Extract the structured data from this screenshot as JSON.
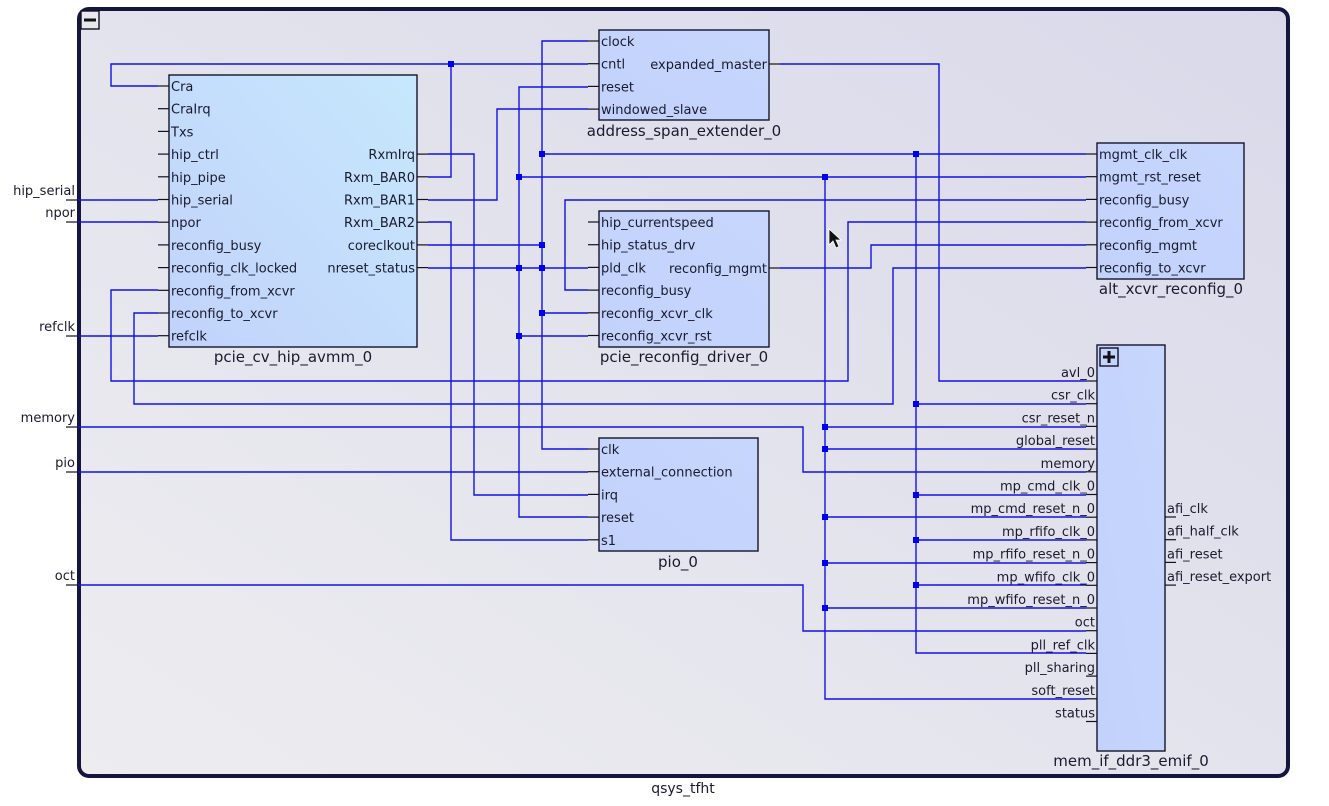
{
  "system": {
    "name": "qsys_tfht",
    "collapse_icon": "minus-icon"
  },
  "exports": [
    {
      "label": "hip_serial"
    },
    {
      "label": "npor"
    },
    {
      "label": "refclk"
    },
    {
      "label": "memory"
    },
    {
      "label": "pio"
    },
    {
      "label": "oct"
    }
  ],
  "components": [
    {
      "name": "pcie_cv_hip_avmm_0",
      "ports_left": [
        "Cra",
        "CraIrq",
        "Txs",
        "hip_ctrl",
        "hip_pipe",
        "hip_serial",
        "npor",
        "reconfig_busy",
        "reconfig_clk_locked",
        "reconfig_from_xcvr",
        "reconfig_to_xcvr",
        "refclk"
      ],
      "ports_right": [
        "RxmIrq",
        "Rxm_BAR0",
        "Rxm_BAR1",
        "Rxm_BAR2",
        "coreclkout",
        "nreset_status"
      ]
    },
    {
      "name": "address_span_extender_0",
      "ports_left": [
        "clock",
        "cntl",
        "reset",
        "windowed_slave"
      ],
      "ports_right": [
        "expanded_master"
      ]
    },
    {
      "name": "pcie_reconfig_driver_0",
      "ports_left": [
        "hip_currentspeed",
        "hip_status_drv",
        "pld_clk",
        "reconfig_busy",
        "reconfig_xcvr_clk",
        "reconfig_xcvr_rst"
      ],
      "ports_right": [
        "reconfig_mgmt"
      ]
    },
    {
      "name": "pio_0",
      "ports_left": [
        "clk",
        "external_connection",
        "irq",
        "reset",
        "s1"
      ],
      "ports_right": []
    },
    {
      "name": "alt_xcvr_reconfig_0",
      "ports_left": [
        "mgmt_clk_clk",
        "mgmt_rst_reset",
        "reconfig_busy",
        "reconfig_from_xcvr",
        "reconfig_mgmt",
        "reconfig_to_xcvr"
      ],
      "ports_right": []
    },
    {
      "name": "mem_if_ddr3_emif_0",
      "expand_icon": "plus-icon",
      "ports_left": [
        "avl_0",
        "csr_clk",
        "csr_reset_n",
        "global_reset",
        "memory",
        "mp_cmd_clk_0",
        "mp_cmd_reset_n_0",
        "mp_rfifo_clk_0",
        "mp_rfifo_reset_n_0",
        "mp_wfifo_clk_0",
        "mp_wfifo_reset_n_0",
        "oct",
        "pll_ref_clk",
        "pll_sharing",
        "soft_reset",
        "status"
      ],
      "ports_right": [
        "afi_clk",
        "afi_half_clk",
        "afi_reset",
        "afi_reset_export"
      ]
    }
  ],
  "colors": {
    "wire": "#1212e4",
    "junction": "#0000f0",
    "frame": "#15153f",
    "component_fill": "#c4d4fc"
  }
}
